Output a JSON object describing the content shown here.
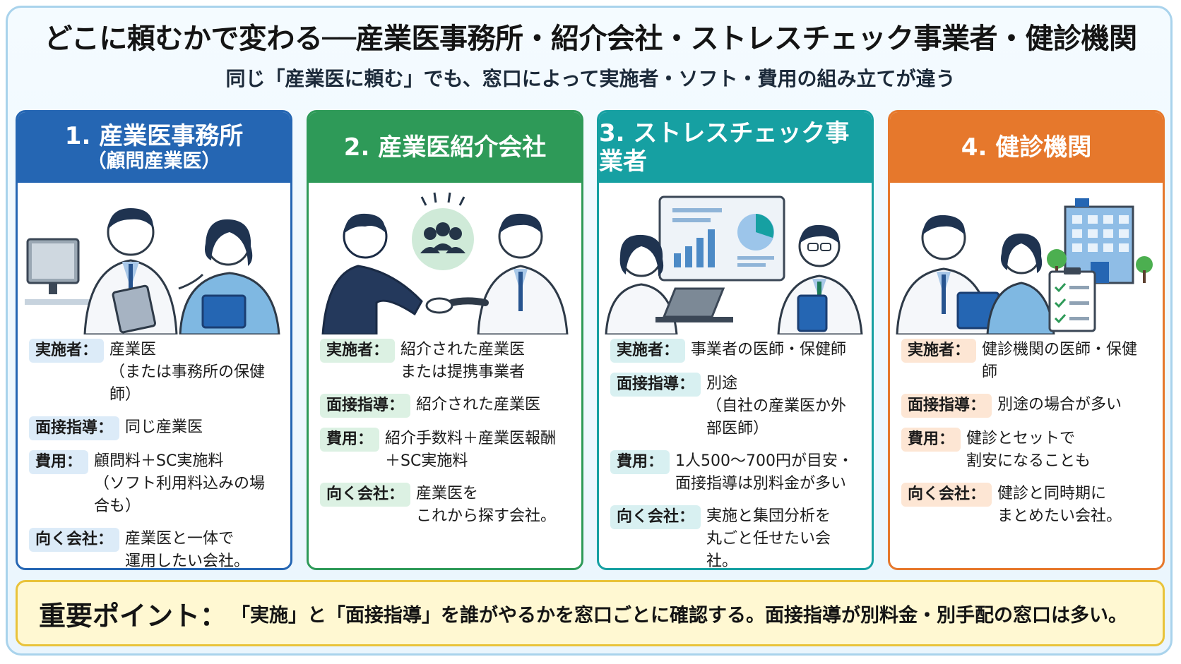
{
  "title": "どこに頼むかで変わる──産業医事務所・紹介会社・ストレスチェック事業者・健診機関",
  "subtitle": "同じ「産業医に頼む」でも、窓口によって実施者・ソフト・費用の組み立てが違う",
  "colors": {
    "card1": "#2566b3",
    "card2": "#2e9a58",
    "card3": "#16a0a2",
    "card4": "#e6782c",
    "point_border": "#e9c33a",
    "point_bg": "#fff8d2"
  },
  "cards": [
    {
      "heading": "1. 産業医事務所",
      "subheading": "（顧問産業医）",
      "illustration": "doctor-nurse-computer-illustration",
      "rows": [
        {
          "label": "実施者：",
          "value": "産業医\n（または事務所の保健師）"
        },
        {
          "label": "面接指導：",
          "value": "同じ産業医"
        },
        {
          "label": "費用：",
          "value": "顧問料＋SC実施料\n（ソフト利用料込みの場合も）"
        },
        {
          "label": "向く会社：",
          "value": "産業医と一体で\n運用したい会社。"
        }
      ]
    },
    {
      "heading": "2. 産業医紹介会社",
      "subheading": "",
      "illustration": "handshake-group-icon-illustration",
      "rows": [
        {
          "label": "実施者：",
          "value": "紹介された産業医\nまたは提携事業者"
        },
        {
          "label": "面接指導：",
          "value": "紹介された産業医"
        },
        {
          "label": "費用：",
          "value": "紹介手数料＋産業医報酬\n＋SC実施料"
        },
        {
          "label": "向く会社：",
          "value": "産業医を\nこれから探す会社。"
        }
      ]
    },
    {
      "heading": "3. ストレスチェック事業者",
      "subheading": "",
      "illustration": "analytics-dashboard-illustration",
      "rows": [
        {
          "label": "実施者：",
          "value": "事業者の医師・保健師"
        },
        {
          "label": "面接指導：",
          "value": "別途\n（自社の産業医か外部医師）"
        },
        {
          "label": "費用：",
          "value": "1人500〜700円が目安・\n面接指導は別料金が多い"
        },
        {
          "label": "向く会社：",
          "value": "実施と集団分析を\n丸ごと任せたい会社。"
        }
      ]
    },
    {
      "heading": "4. 健診機関",
      "subheading": "",
      "illustration": "hospital-checklist-illustration",
      "rows": [
        {
          "label": "実施者：",
          "value": "健診機関の医師・保健師"
        },
        {
          "label": "面接指導：",
          "value": "別途の場合が多い"
        },
        {
          "label": "費用：",
          "value": "健診とセットで\n割安になることも"
        },
        {
          "label": "向く会社：",
          "value": "健診と同時期に\nまとめたい会社。"
        }
      ]
    }
  ],
  "point": {
    "label": "重要ポイント：",
    "text": "「実施」と「面接指導」を誰がやるかを窓口ごとに確認する。面接指導が別料金・別手配の窓口は多い。"
  }
}
